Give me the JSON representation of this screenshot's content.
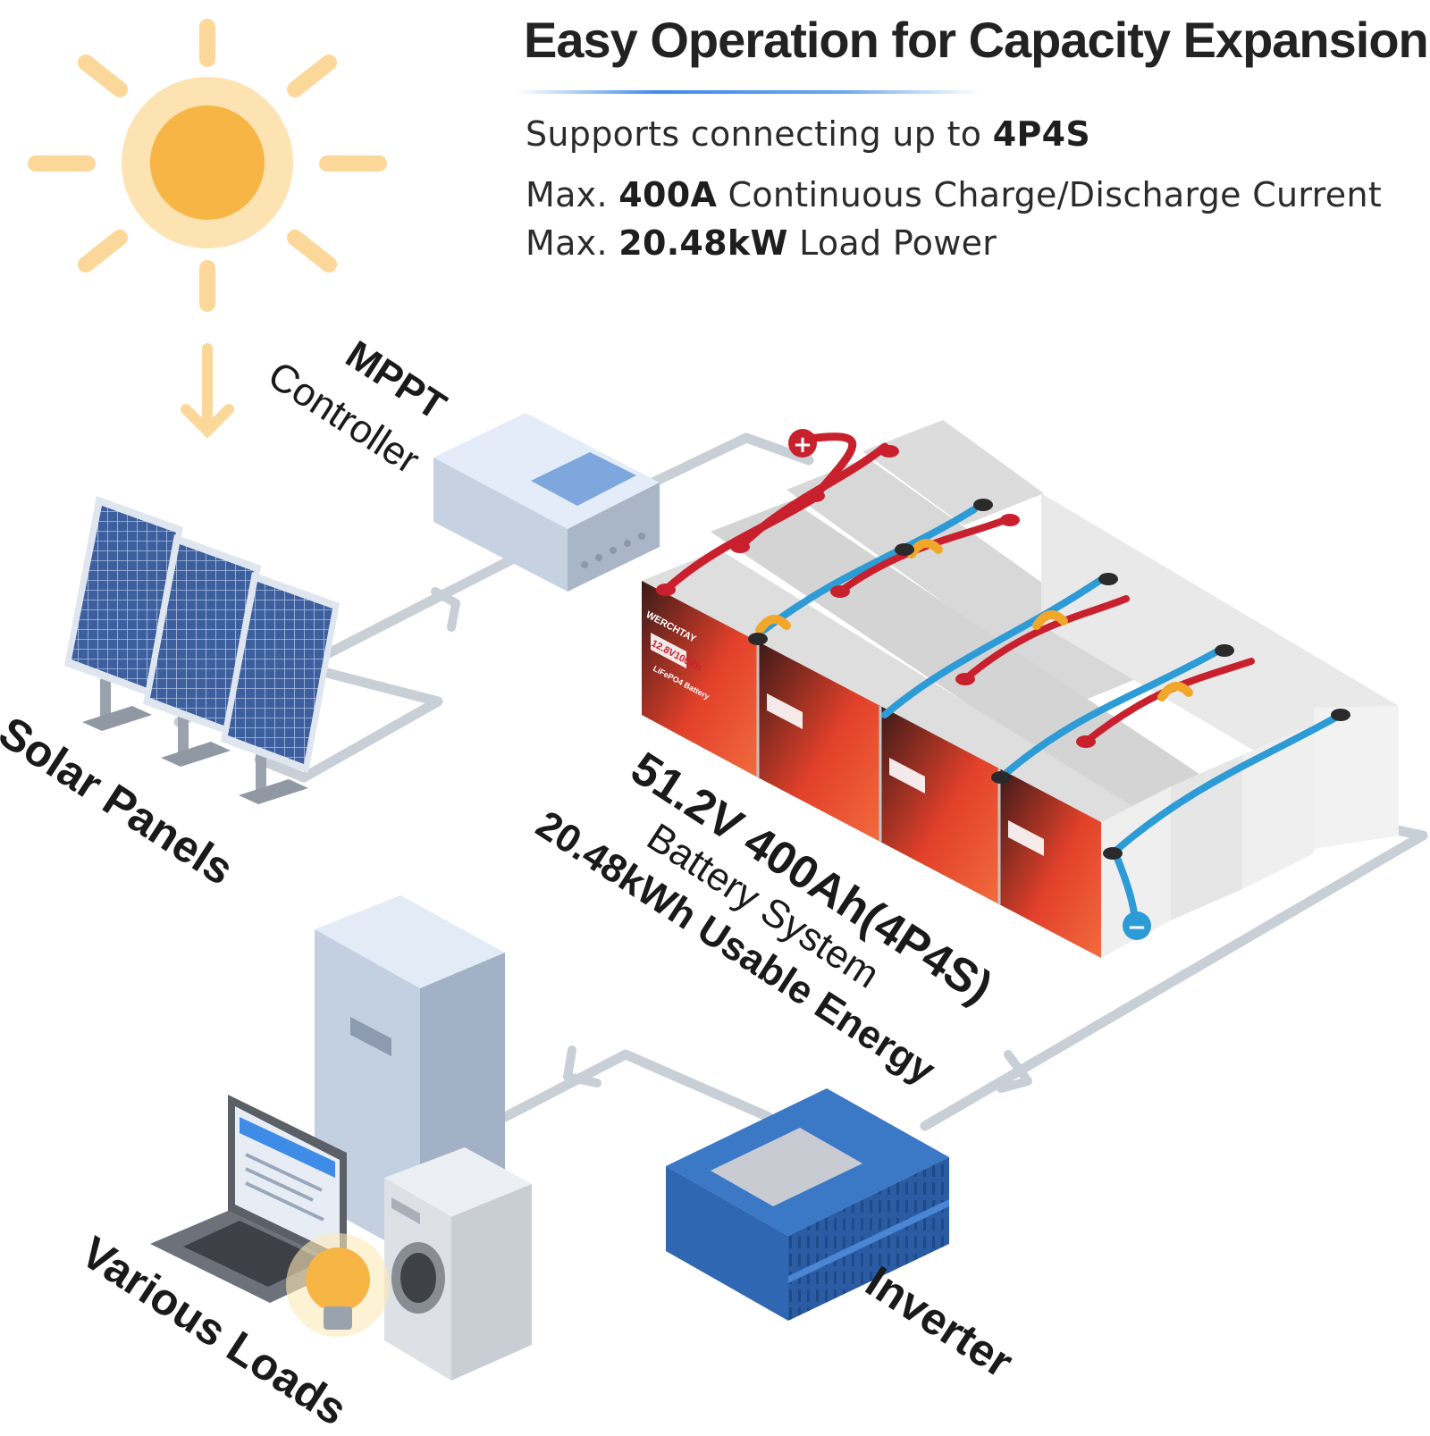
{
  "header": {
    "title": "Easy Operation for Capacity Expansion",
    "line1_prefix": "Supports connecting up to ",
    "line1_value": "4P4S",
    "line2_prefix": "Max. ",
    "line2_value": "400A",
    "line2_suffix": " Continuous Charge/Discharge Current",
    "line3_prefix": "Max. ",
    "line3_value": "20.48kW",
    "line3_suffix": " Load Power"
  },
  "labels": {
    "mppt_title": "MPPT",
    "mppt_sub": "Controller",
    "solar": "Solar Panels",
    "battery_main": "51.2V 400Ah(4P4S)",
    "battery_sub": "Battery System",
    "battery_energy": "20.48kWh Usable Energy",
    "inverter": "Inverter",
    "loads": "Various Loads"
  },
  "battery_label": {
    "brand": "WERCHTAY",
    "rating": "12.8V100Ah",
    "chem": "LiFePO4 Battery"
  },
  "terminals": {
    "positive": "+",
    "negative": "−"
  },
  "colors": {
    "sun": "#f7b545",
    "sun_ray": "#fbd89a",
    "wire_gray": "#c9cfd6",
    "positive_cable": "#c9202e",
    "negative_cable": "#2d9bd6",
    "bridge_cable": "#f0a72a",
    "inverter": "#2f67b3",
    "battery_face": "#e2402a"
  }
}
